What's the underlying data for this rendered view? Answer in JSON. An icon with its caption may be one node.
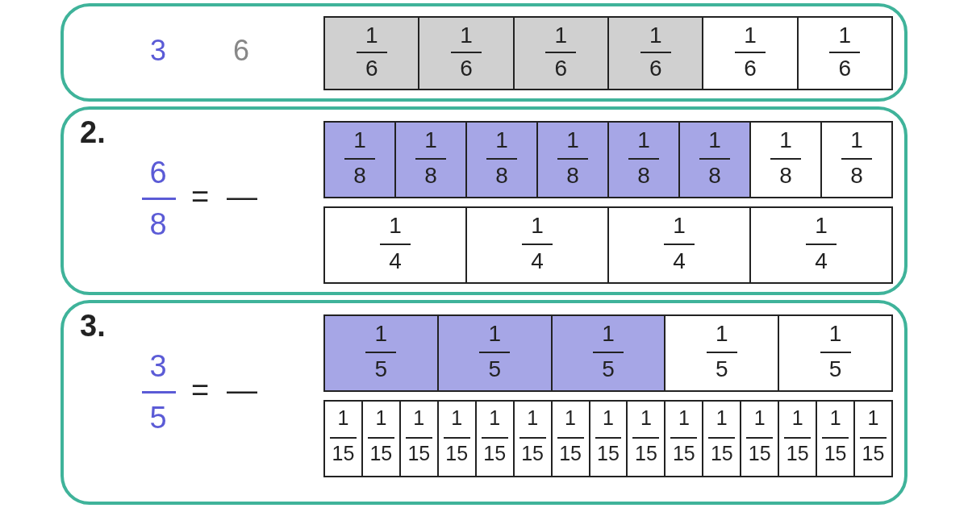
{
  "diagram": {
    "nodes": [
      {
        "text": [
          "3",
          "6"
        ]
      },
      {
        "text": [
          "1",
          "6"
        ],
        "in": 0
      },
      {
        "text": [
          "1",
          "6"
        ],
        "in": 0
      },
      {
        "text": [
          "1",
          "6"
        ],
        "in": 0
      },
      {
        "text": [
          "1",
          "6"
        ],
        "in": 0
      },
      {
        "text": [
          "1",
          "6"
        ],
        "in": 0
      },
      {
        "text": [
          "1",
          "6"
        ],
        "in": 0
      },
      {
        "text": [
          "2.",
          "6",
          "8",
          "=",
          "—"
        ]
      },
      {
        "text": [
          "1",
          "8"
        ],
        "in": 7
      },
      {
        "text": [
          "1",
          "8"
        ],
        "in": 7
      },
      {
        "text": [
          "1",
          "8"
        ],
        "in": 7
      },
      {
        "text": [
          "1",
          "8"
        ],
        "in": 7
      },
      {
        "text": [
          "1",
          "8"
        ],
        "in": 7
      },
      {
        "text": [
          "1",
          "8"
        ],
        "in": 7
      },
      {
        "text": [
          "1",
          "8"
        ],
        "in": 7
      },
      {
        "text": [
          "1",
          "8"
        ],
        "in": 7
      },
      {
        "text": [
          "1",
          "4"
        ],
        "in": 7
      },
      {
        "text": [
          "1",
          "4"
        ],
        "in": 7
      },
      {
        "text": [
          "1",
          "4"
        ],
        "in": 7
      },
      {
        "text": [
          "1",
          "4"
        ],
        "in": 7
      },
      {
        "text": [
          "3.",
          "3",
          "5",
          "=",
          "—"
        ]
      },
      {
        "text": [
          "1",
          "5"
        ],
        "in": 20
      },
      {
        "text": [
          "1",
          "5"
        ],
        "in": 20
      },
      {
        "text": [
          "1",
          "5"
        ],
        "in": 20
      },
      {
        "text": [
          "1",
          "5"
        ],
        "in": 20
      },
      {
        "text": [
          "1",
          "5"
        ],
        "in": 20
      },
      {
        "text": [
          "1",
          "15"
        ],
        "in": 20
      },
      {
        "text": [
          "1",
          "15"
        ],
        "in": 20
      },
      {
        "text": [
          "1",
          "15"
        ],
        "in": 20
      },
      {
        "text": [
          "1",
          "15"
        ],
        "in": 20
      },
      {
        "text": [
          "1",
          "15"
        ],
        "in": 20
      },
      {
        "text": [
          "1",
          "15"
        ],
        "in": 20
      },
      {
        "text": [
          "1",
          "15"
        ],
        "in": 20
      },
      {
        "text": [
          "1",
          "15"
        ],
        "in": 20
      },
      {
        "text": [
          "1",
          "15"
        ],
        "in": 20
      },
      {
        "text": [
          "1",
          "15"
        ],
        "in": 20
      },
      {
        "text": [
          "1",
          "15"
        ],
        "in": 20
      },
      {
        "text": [
          "1",
          "15"
        ],
        "in": 20
      },
      {
        "text": [
          "1",
          "15"
        ],
        "in": 20
      },
      {
        "text": [
          "1",
          "15"
        ],
        "in": 20
      },
      {
        "text": [
          "1",
          "15"
        ],
        "in": 20
      }
    ],
    "edges": []
  }
}
